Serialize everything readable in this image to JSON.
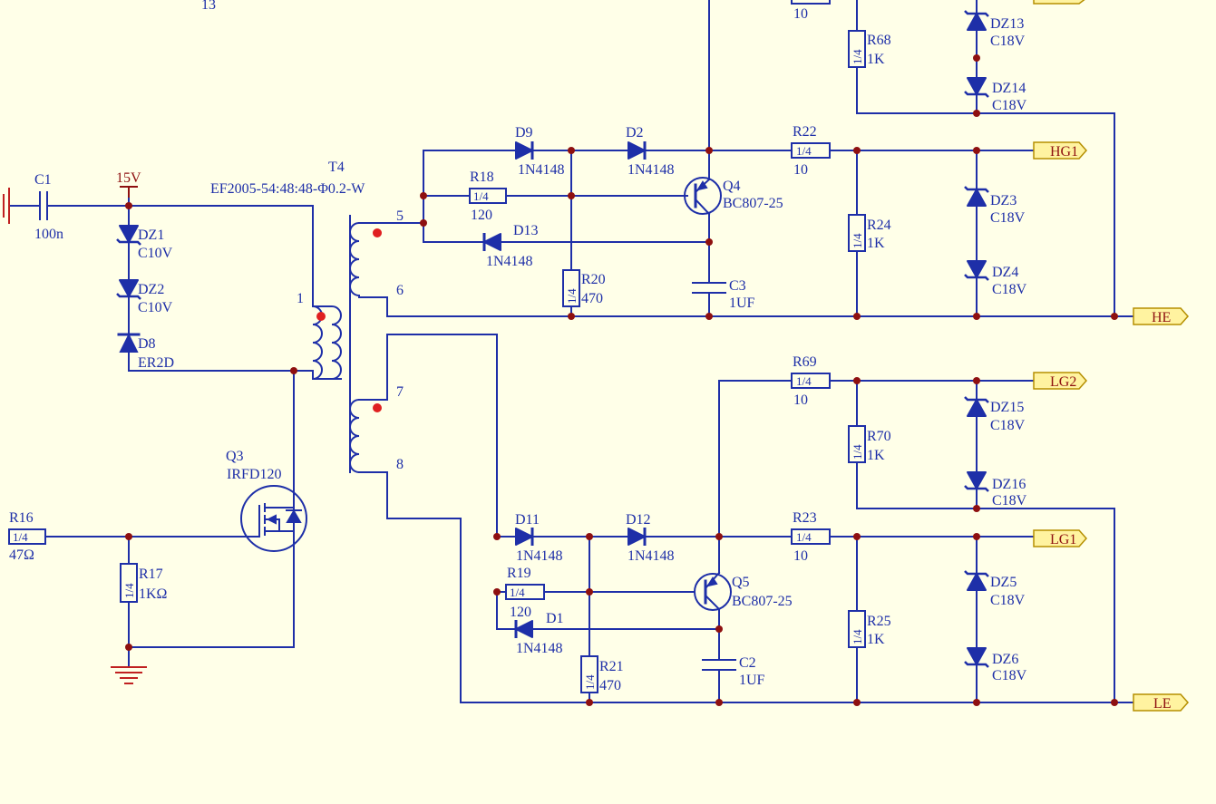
{
  "top_fragments": {
    "t13": "13",
    "r_top_val": "10"
  },
  "c1": {
    "ref": "C1",
    "value": "100n"
  },
  "supply": {
    "label": "15V"
  },
  "dz1": {
    "ref": "DZ1",
    "value": "C10V"
  },
  "dz2": {
    "ref": "DZ2",
    "value": "C10V"
  },
  "d8": {
    "ref": "D8",
    "value": "ER2D"
  },
  "t4": {
    "ref": "T4",
    "value": "EF2005-54:48:48-Φ0.2-W",
    "pins": [
      "1",
      "5",
      "6",
      "7",
      "8"
    ]
  },
  "q3": {
    "ref": "Q3",
    "value": "IRFD120"
  },
  "r16": {
    "ref": "R16",
    "value": "47Ω",
    "rating": "1/4"
  },
  "r17": {
    "ref": "R17",
    "value": "1KΩ",
    "rating": "1/4"
  },
  "d9": {
    "ref": "D9",
    "value": "1N4148"
  },
  "d2": {
    "ref": "D2",
    "value": "1N4148"
  },
  "d13": {
    "ref": "D13",
    "value": "1N4148"
  },
  "r18": {
    "ref": "R18",
    "value": "120",
    "rating": "1/4"
  },
  "r20": {
    "ref": "R20",
    "value": "470",
    "rating": "1/4"
  },
  "q4": {
    "ref": "Q4",
    "value": "BC807-25"
  },
  "c3": {
    "ref": "C3",
    "value": "1UF"
  },
  "r22": {
    "ref": "R22",
    "value": "10",
    "rating": "1/4"
  },
  "r24": {
    "ref": "R24",
    "value": "1K",
    "rating": "1/4"
  },
  "r68": {
    "ref": "R68",
    "value": "1K",
    "rating": "1/4"
  },
  "dz13": {
    "ref": "DZ13",
    "value": "C18V"
  },
  "dz14": {
    "ref": "DZ14",
    "value": "C18V"
  },
  "dz3": {
    "ref": "DZ3",
    "value": "C18V"
  },
  "dz4": {
    "ref": "DZ4",
    "value": "C18V"
  },
  "d11": {
    "ref": "D11",
    "value": "1N4148"
  },
  "d12": {
    "ref": "D12",
    "value": "1N4148"
  },
  "d1": {
    "ref": "D1",
    "value": "1N4148"
  },
  "r19": {
    "ref": "R19",
    "value": "120",
    "rating": "1/4"
  },
  "r21": {
    "ref": "R21",
    "value": "470",
    "rating": "1/4"
  },
  "q5": {
    "ref": "Q5",
    "value": "BC807-25"
  },
  "c2": {
    "ref": "C2",
    "value": "1UF"
  },
  "r69": {
    "ref": "R69",
    "value": "10",
    "rating": "1/4"
  },
  "r70": {
    "ref": "R70",
    "value": "1K",
    "rating": "1/4"
  },
  "r23": {
    "ref": "R23",
    "value": "10",
    "rating": "1/4"
  },
  "r25": {
    "ref": "R25",
    "value": "1K",
    "rating": "1/4"
  },
  "dz15": {
    "ref": "DZ15",
    "value": "C18V"
  },
  "dz16": {
    "ref": "DZ16",
    "value": "C18V"
  },
  "dz5": {
    "ref": "DZ5",
    "value": "C18V"
  },
  "dz6": {
    "ref": "DZ6",
    "value": "C18V"
  },
  "ports": {
    "hg1": "HG1",
    "he": "HE",
    "lg2": "LG2",
    "lg1": "LG1",
    "le": "LE"
  },
  "colors": {
    "wire": "#1E2FA8",
    "junction": "#8E1010",
    "background": "#FFFFE8",
    "port_fill": "#FFF3A0",
    "polarity_dot": "#E02020"
  }
}
